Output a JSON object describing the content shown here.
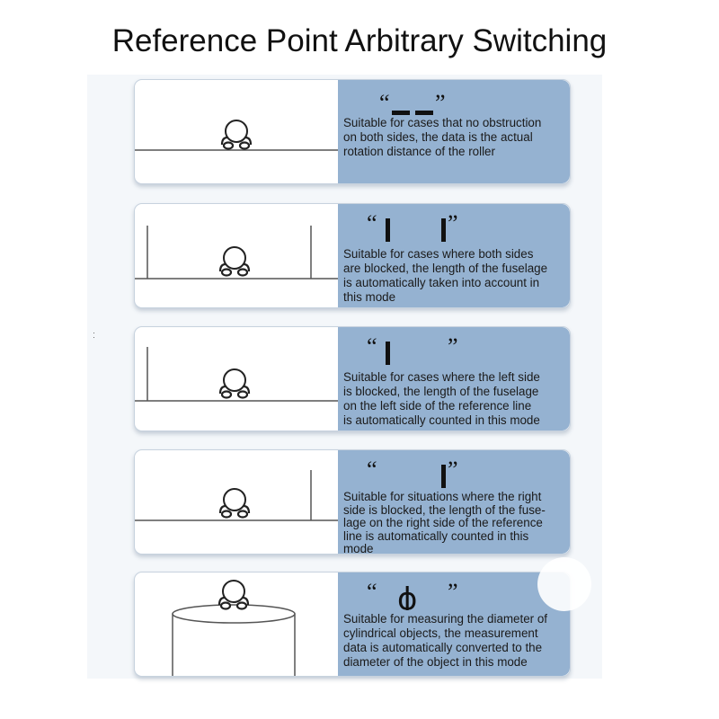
{
  "title": "Reference Point Arbitrary Switching",
  "colors": {
    "text_pane": "#95b2d1",
    "card_border": "#c7d2de"
  },
  "modes": [
    {
      "symbol": "“▬▬”",
      "symbol_icon": "both-sides-open-icon",
      "description": "Suitable for cases that no obstruction\non both sides, the data is the actual\nrotation distance of the roller"
    },
    {
      "symbol": "“|__|”",
      "symbol_icon": "both-sides-blocked-icon",
      "description": "Suitable for cases where both sides\nare blocked, the length of the fuselage\nis automatically taken into account in\nthis mode"
    },
    {
      "symbol": "“|__”",
      "symbol_icon": "left-side-blocked-icon",
      "description": "Suitable for cases where the left side\nis blocked, the length of the fuselage\non the left side of the reference line\nis automatically counted in this mode"
    },
    {
      "symbol": "“__|”",
      "symbol_icon": "right-side-blocked-icon",
      "description": "Suitable for situations where the right\nside is blocked, the length of the fuse-\nlage on the right side of the reference\nline is automatically counted in this\nmode"
    },
    {
      "symbol": "“ϕ”",
      "symbol_icon": "diameter-phi-icon",
      "description": "Suitable for measuring the diameter of\ncylindrical objects, the measurement\ndata is automatically converted to the\ndiameter of the object in this mode"
    }
  ]
}
